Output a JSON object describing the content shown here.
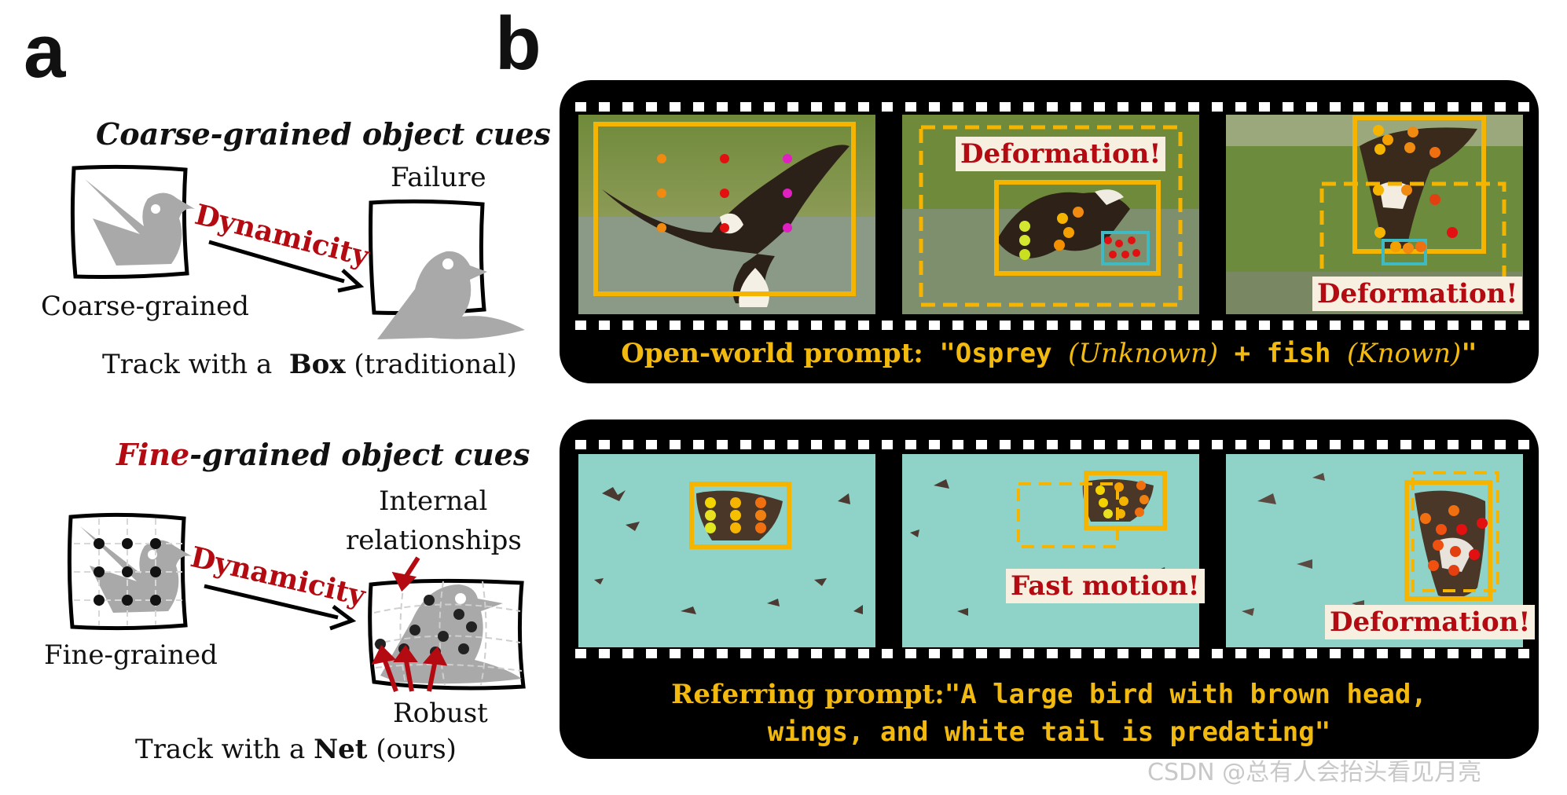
{
  "panel_a": {
    "letter": "a",
    "coarse": {
      "title": "Coarse-grained object cues",
      "dynamicity": "Dynamicity",
      "failure": "Failure",
      "left_label": "Coarse-grained",
      "track_prefix": "Track with a",
      "track_bold": "Box",
      "track_suffix": "(traditional)"
    },
    "fine": {
      "title_red": "Fine",
      "title_rest": "-grained object cues",
      "dynamicity": "Dynamicity",
      "internal_1": "Internal",
      "internal_2": "relationships",
      "left_label": "Fine-grained",
      "robust": "Robust",
      "track_prefix": "Track with a",
      "track_bold": "Net",
      "track_suffix": "(ours)"
    }
  },
  "panel_b": {
    "letter": "b",
    "top": {
      "deformation_1": "Deformation!",
      "deformation_2": "Deformation!",
      "prompt_label": "Open-world prompt:",
      "prompt_q1": "\"Osprey",
      "prompt_unknown": "(Unknown)",
      "prompt_plus": "+",
      "prompt_fish": "fish",
      "prompt_known": "(Known)",
      "prompt_q2": "\""
    },
    "bottom": {
      "fast_motion": "Fast motion!",
      "deformation": "Deformation!",
      "prompt_label": "Referring prompt:",
      "prompt_line1": "\"A large bird with brown head,",
      "prompt_line2": "wings, and white tail is predating\""
    }
  },
  "colors": {
    "box_orange": "#f4b400",
    "accent_red": "#b40a12",
    "prompt_yellow": "#f2b90f",
    "bird_gray": "#a9a9a9",
    "teal_box": "#3fb9c2"
  },
  "watermark": "CSDN @总有人会抬头看见月亮"
}
